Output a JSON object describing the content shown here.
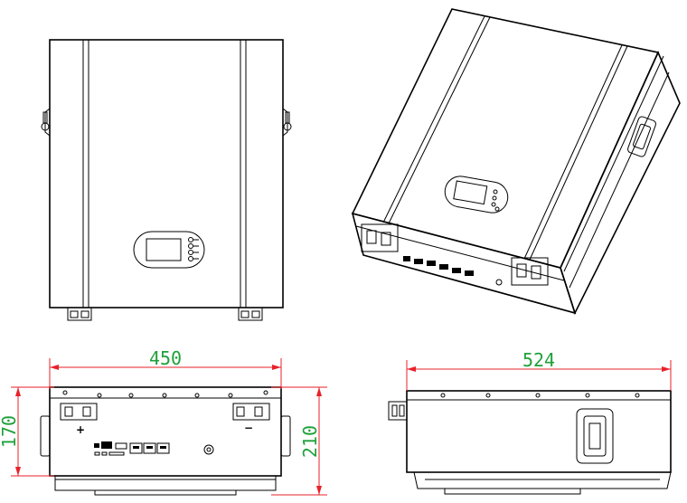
{
  "dimensions": {
    "front_width": "450",
    "side_width": "524",
    "height_body": "170",
    "height_total": "210"
  },
  "terminal_marks": {
    "positive": "+",
    "negative": "−"
  },
  "colors": {
    "line": "#000000",
    "dimension_line": "#e8212a",
    "dimension_text": "#1fa03a"
  }
}
